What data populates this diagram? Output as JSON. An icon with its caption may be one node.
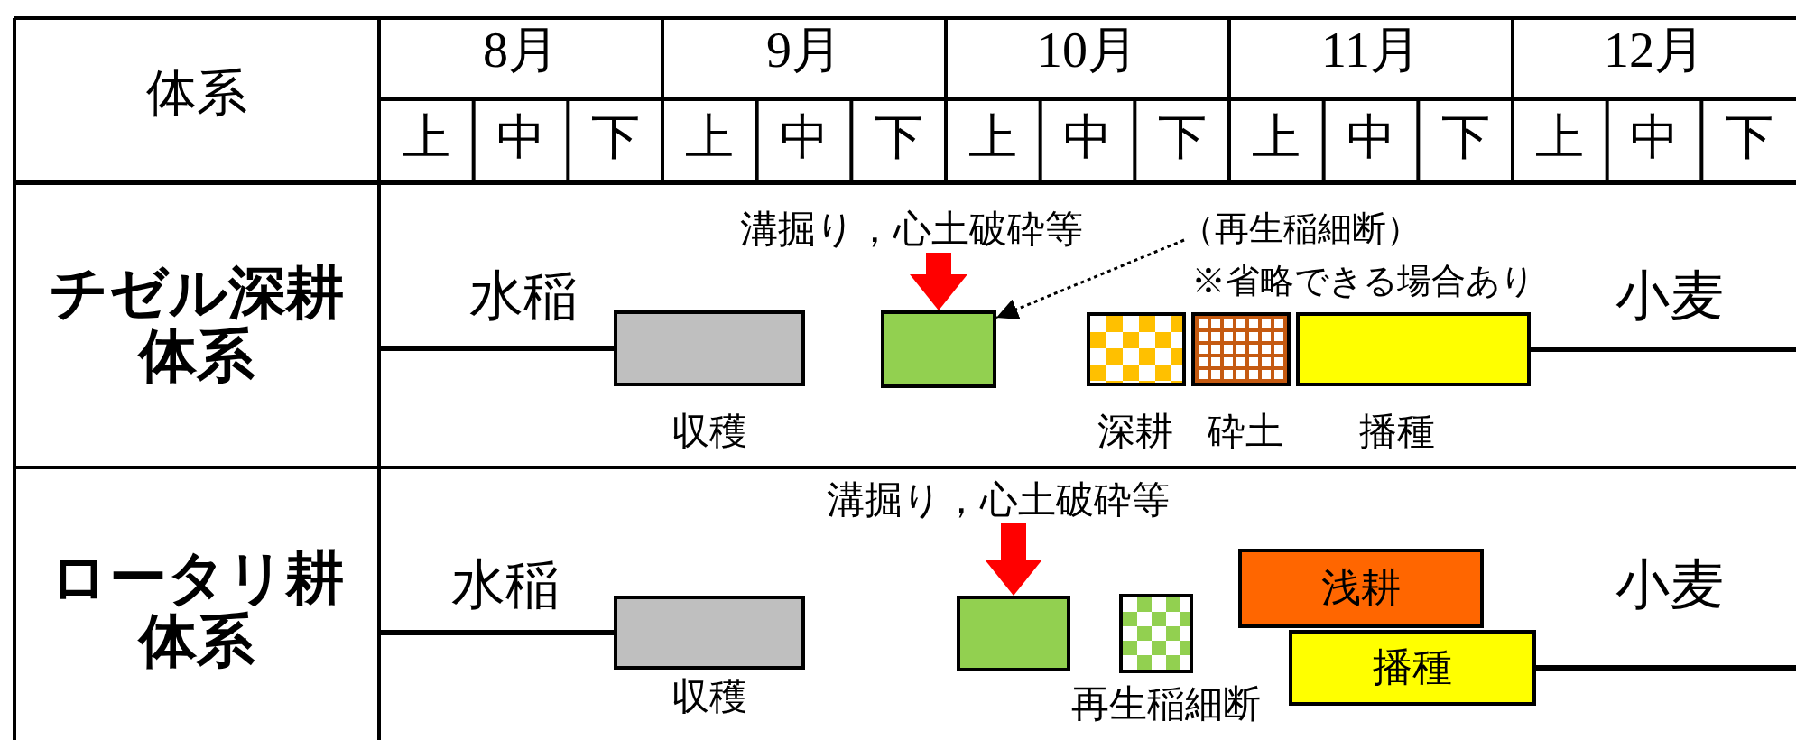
{
  "diagram": {
    "nodes": [
      {
        "text": [],
        "shape": "box",
        "beside": [
          "収穫"
        ]
      },
      {
        "text": [
          "溝掘り，心土破砕等"
        ]
      },
      {
        "text": [],
        "shape": "box"
      },
      {
        "text": [
          "（再生稲細断）"
        ]
      },
      {
        "text": [],
        "shape": "box",
        "beside": [
          "深耕"
        ]
      },
      {
        "text": [],
        "shape": "box",
        "beside": [
          "砕土"
        ]
      },
      {
        "text": [],
        "shape": "box",
        "beside": [
          "播種"
        ]
      },
      {
        "text": [],
        "shape": "box",
        "beside": [
          "収穫"
        ]
      },
      {
        "text": [
          "溝掘り，心土破砕等"
        ]
      },
      {
        "text": [],
        "shape": "box"
      },
      {
        "text": [],
        "shape": "box",
        "beside": [
          "再生稲細断"
        ]
      },
      {
        "text": [
          "浅耕"
        ]
      },
      {
        "text": [
          "播種"
        ]
      }
    ],
    "edges": [
      {
        "from": null,
        "to": 0,
        "arrow": "none"
      },
      {
        "from": 1,
        "to": 2,
        "arrow": "to",
        "style": "thick",
        "color": "#ff0000"
      },
      {
        "from": 3,
        "to": 2,
        "arrow": "to",
        "style": "dashed"
      },
      {
        "from": 6,
        "to": null,
        "arrow": "none"
      },
      {
        "from": null,
        "to": 7,
        "arrow": "none"
      },
      {
        "from": 8,
        "to": 9,
        "arrow": "to",
        "style": "thick",
        "color": "#ff0000"
      },
      {
        "from": 12,
        "to": null,
        "arrow": "none"
      }
    ],
    "labels": [
      "体系",
      "8月",
      "9月",
      "10月",
      "11月",
      "12月",
      "上",
      "中",
      "下",
      "上",
      "中",
      "下",
      "上",
      "中",
      "下",
      "上",
      "中",
      "下",
      "上",
      "中",
      "下",
      "チゼル深耕体系",
      "水稲",
      "※省略できる場合あり",
      "小麦",
      "ロータリ耕体系",
      "水稲",
      "小麦"
    ]
  }
}
